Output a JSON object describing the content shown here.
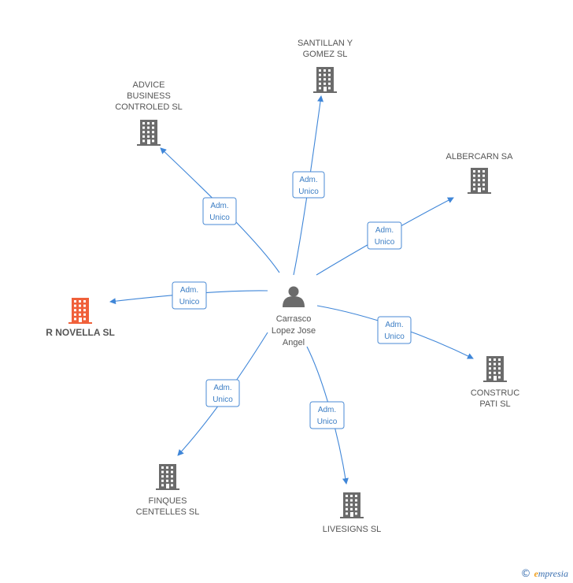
{
  "center": {
    "name_lines": [
      "Carrasco",
      "Lopez Jose",
      "Angel"
    ],
    "icon": "person-icon"
  },
  "edge_label_lines": [
    "Adm.",
    "Unico"
  ],
  "companies": [
    {
      "id": "santillan",
      "name_lines": [
        "SANTILLAN Y",
        "GOMEZ SL"
      ],
      "highlight": false
    },
    {
      "id": "advice",
      "name_lines": [
        "ADVICE",
        "BUSINESS",
        "CONTROLED SL"
      ],
      "highlight": false
    },
    {
      "id": "albercarn",
      "name_lines": [
        "ALBERCARN SA"
      ],
      "highlight": false
    },
    {
      "id": "rnovella",
      "name_lines": [
        "R NOVELLA SL"
      ],
      "highlight": true
    },
    {
      "id": "construc",
      "name_lines": [
        "CONSTRUC",
        "PATI SL"
      ],
      "highlight": false
    },
    {
      "id": "finques",
      "name_lines": [
        "FINQUES",
        "CENTELLES SL"
      ],
      "highlight": false
    },
    {
      "id": "livesigns",
      "name_lines": [
        "LIVESIGNS SL"
      ],
      "highlight": false
    }
  ],
  "colors": {
    "edge": "#3f86d8",
    "building": "#6b6b6b",
    "building_highlight": "#f0603a",
    "person": "#6b6b6b"
  },
  "footer": {
    "copyright_symbol": "©",
    "brand_first": "e",
    "brand_rest": "mpresia"
  }
}
